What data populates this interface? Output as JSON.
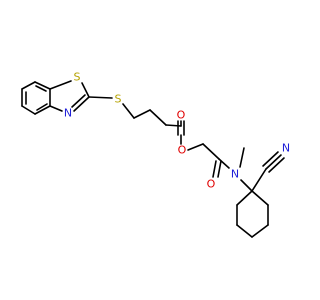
{
  "colors": {
    "background": "#ffffff",
    "bond": "#000000",
    "sulfur": "#b5a200",
    "nitrogen": "#2020d8",
    "oxygen": "#e00000"
  },
  "atoms": {
    "S_thiazole": "S",
    "N_thiazole": "N",
    "S_thioether": "S",
    "O_ester_carbonyl": "O",
    "O_ester": "O",
    "O_amide": "O",
    "N_amide": "N",
    "N_nitrile": "N"
  }
}
